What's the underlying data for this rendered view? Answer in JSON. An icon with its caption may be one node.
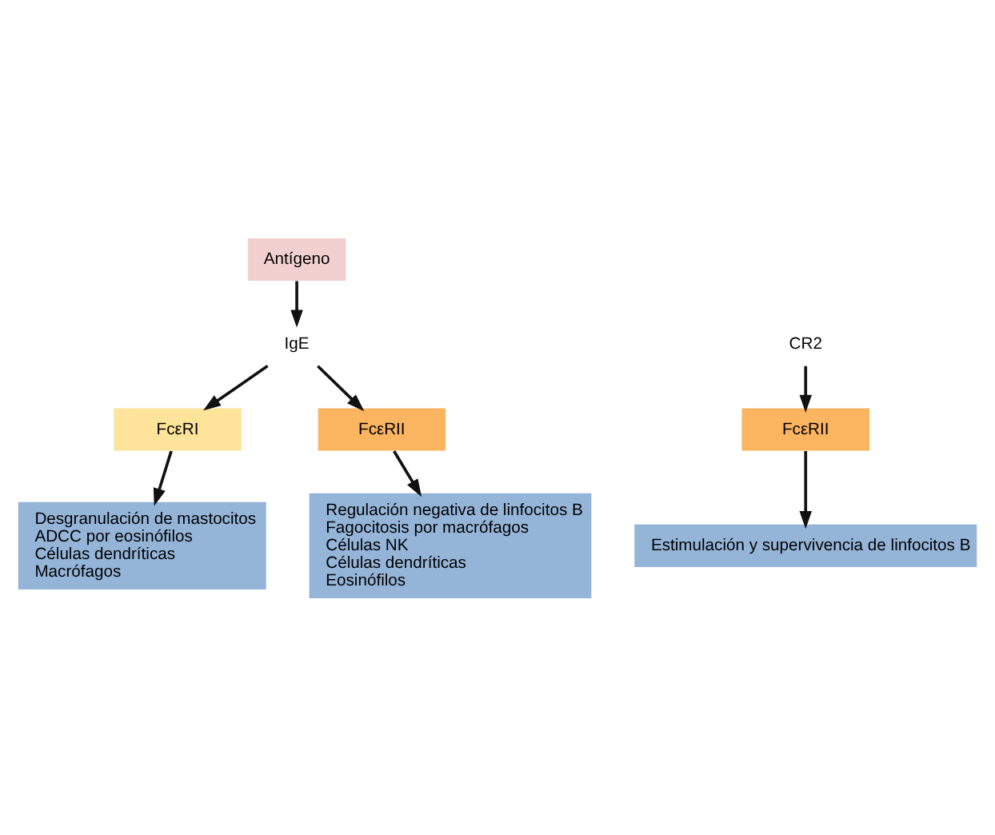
{
  "diagram": {
    "nodes": [
      {
        "text": [
          "Antígeno"
        ]
      },
      {
        "text": [
          "IgE"
        ]
      },
      {
        "text": [
          "FcεRI"
        ]
      },
      {
        "text": [
          "FcεRII"
        ]
      },
      {
        "text": [
          "Desgranulación de mastocitos",
          "ADCC por eosinófilos",
          "Células dendríticas",
          "Macrófagos"
        ]
      },
      {
        "text": [
          "Regulación negativa de linfocitos B",
          "Fagocitosis por macrófagos",
          "Células NK",
          "Células dendríticas",
          "Eosinófilos"
        ]
      },
      {
        "text": [
          "CR2"
        ]
      },
      {
        "text": [
          "FcεRII"
        ]
      },
      {
        "text": [
          "Estimulación y supervivencia de linfocitos B"
        ]
      }
    ],
    "edges": [
      {
        "from": 0,
        "to": 1,
        "arrow": "to"
      },
      {
        "from": 1,
        "to": 2,
        "arrow": "to"
      },
      {
        "from": 1,
        "to": 3,
        "arrow": "to"
      },
      {
        "from": 2,
        "to": 4,
        "arrow": "to"
      },
      {
        "from": 3,
        "to": 5,
        "arrow": "to"
      },
      {
        "from": 6,
        "to": 7,
        "arrow": "to"
      },
      {
        "from": 7,
        "to": 8,
        "arrow": "to"
      }
    ]
  }
}
